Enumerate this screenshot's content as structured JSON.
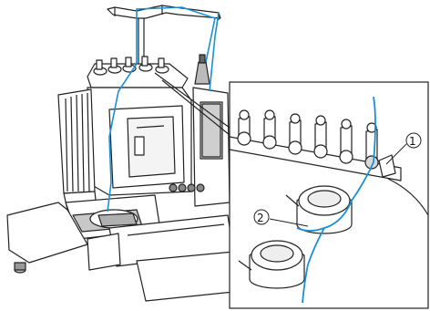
{
  "diagram": {
    "callouts": [
      {
        "id": "1",
        "label": "①"
      },
      {
        "id": "2",
        "label": "②"
      }
    ],
    "colors": {
      "thread": "#1a8fd6",
      "line": "#222222",
      "fill": "#ffffff",
      "shade": "#d9d9d9",
      "dark": "#555555"
    }
  }
}
